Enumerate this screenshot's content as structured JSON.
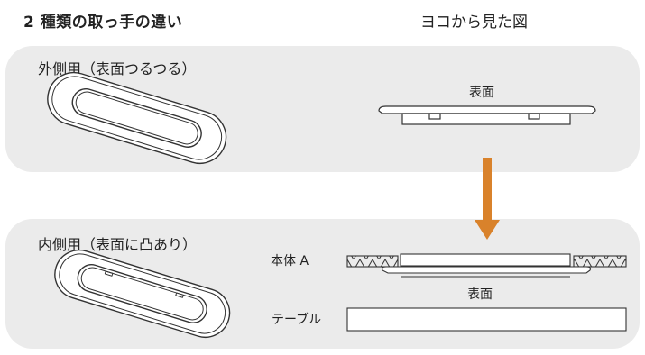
{
  "title": "2 種類の取っ手の違い",
  "side_view_title": "ヨコから見た図",
  "outer_panel": {
    "label": "外側用（表面つるつる）",
    "surface_label": "表面"
  },
  "inner_panel": {
    "label": "内側用（表面に凸あり）",
    "body_label": "本体 A",
    "surface_label": "表面",
    "table_label": "テーブル"
  },
  "colors": {
    "panel_bg": "#ebebeb",
    "arrow": "#d9822b",
    "line": "#333333"
  }
}
